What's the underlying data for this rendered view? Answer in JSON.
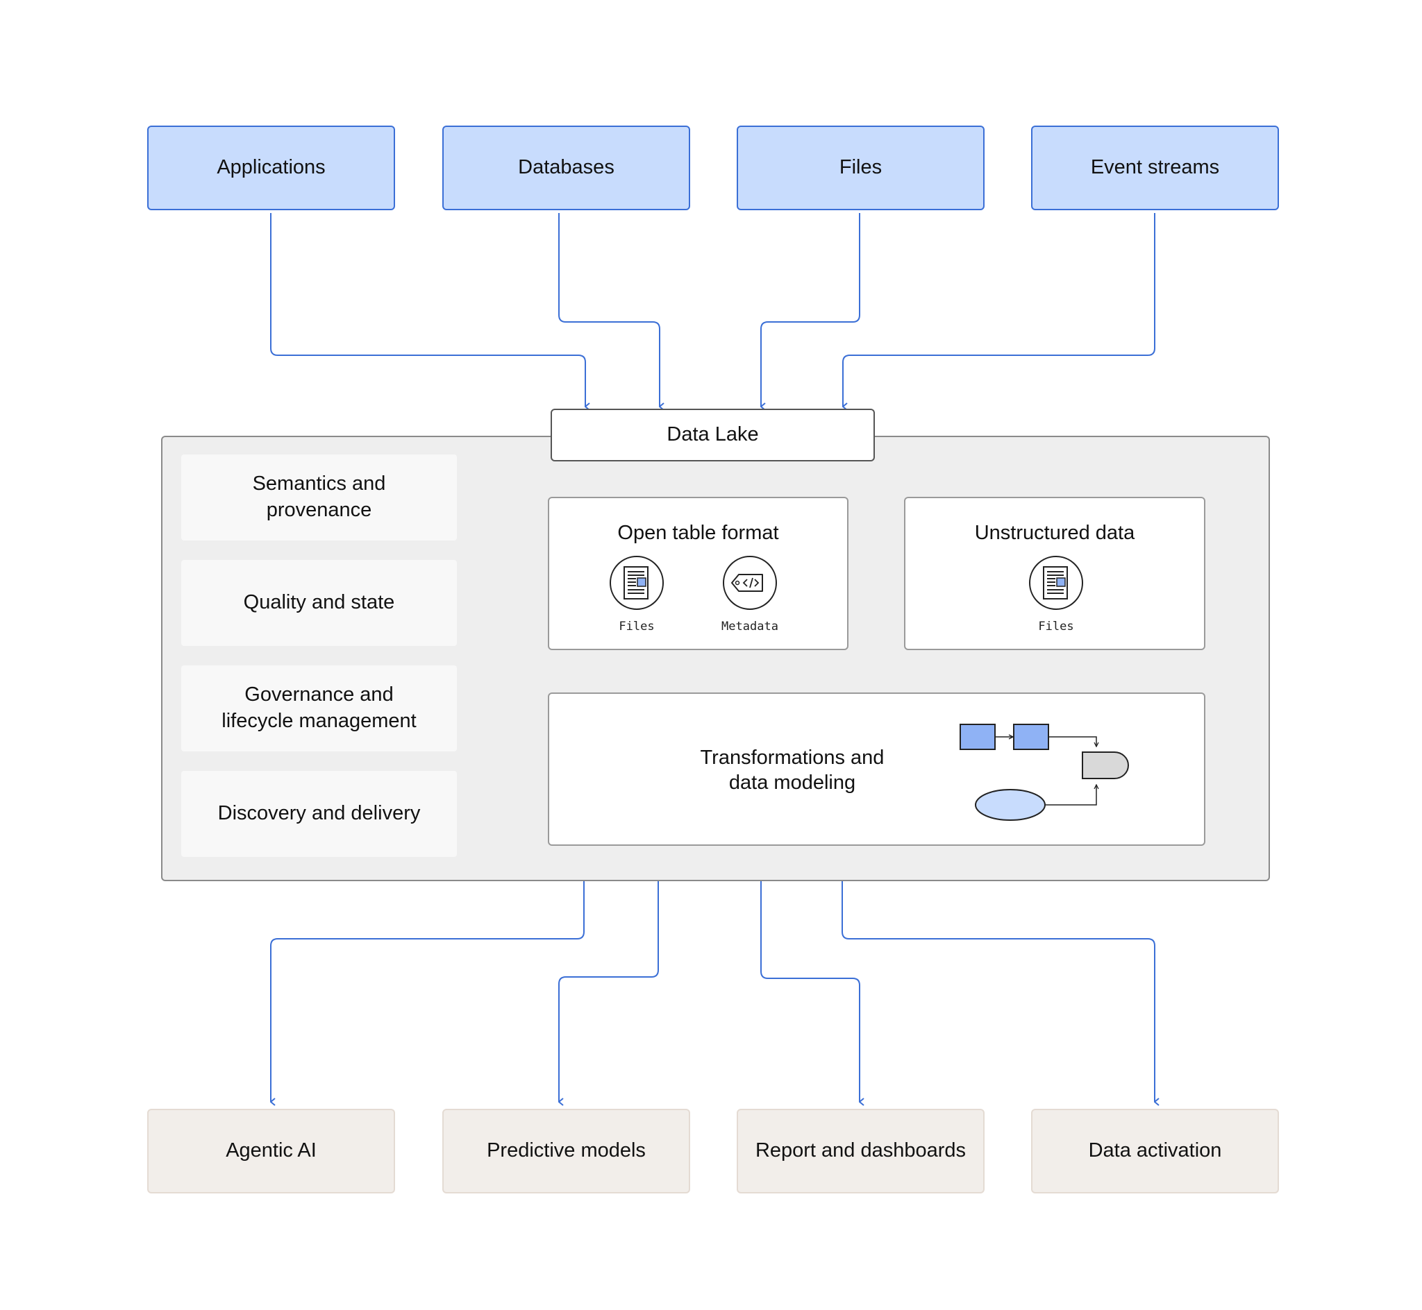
{
  "sources": [
    "Applications",
    "Databases",
    "Files",
    "Event streams"
  ],
  "lake": {
    "title": "Data Lake",
    "capabilities": [
      "Semantics and\nprovenance",
      "Quality and state",
      "Governance and\nlifecycle management",
      "Discovery and delivery"
    ],
    "open_table": {
      "title": "Open table format",
      "icons": [
        {
          "icon": "document-icon",
          "label": "Files"
        },
        {
          "icon": "code-tag-icon",
          "label": "Metadata"
        }
      ]
    },
    "unstructured": {
      "title": "Unstructured data",
      "icons": [
        {
          "icon": "document-icon",
          "label": "Files"
        }
      ]
    },
    "transformations": {
      "title": "Transformations and\ndata modeling"
    }
  },
  "outputs": [
    "Agentic AI",
    "Predictive models",
    "Report and dashboards",
    "Data activation"
  ],
  "colors": {
    "source_fill": "#c8dcfd",
    "source_border": "#3b6fd6",
    "arrow": "#3b6fd6",
    "output_fill": "#f2eeea",
    "lake_fill": "#eeeeee"
  }
}
